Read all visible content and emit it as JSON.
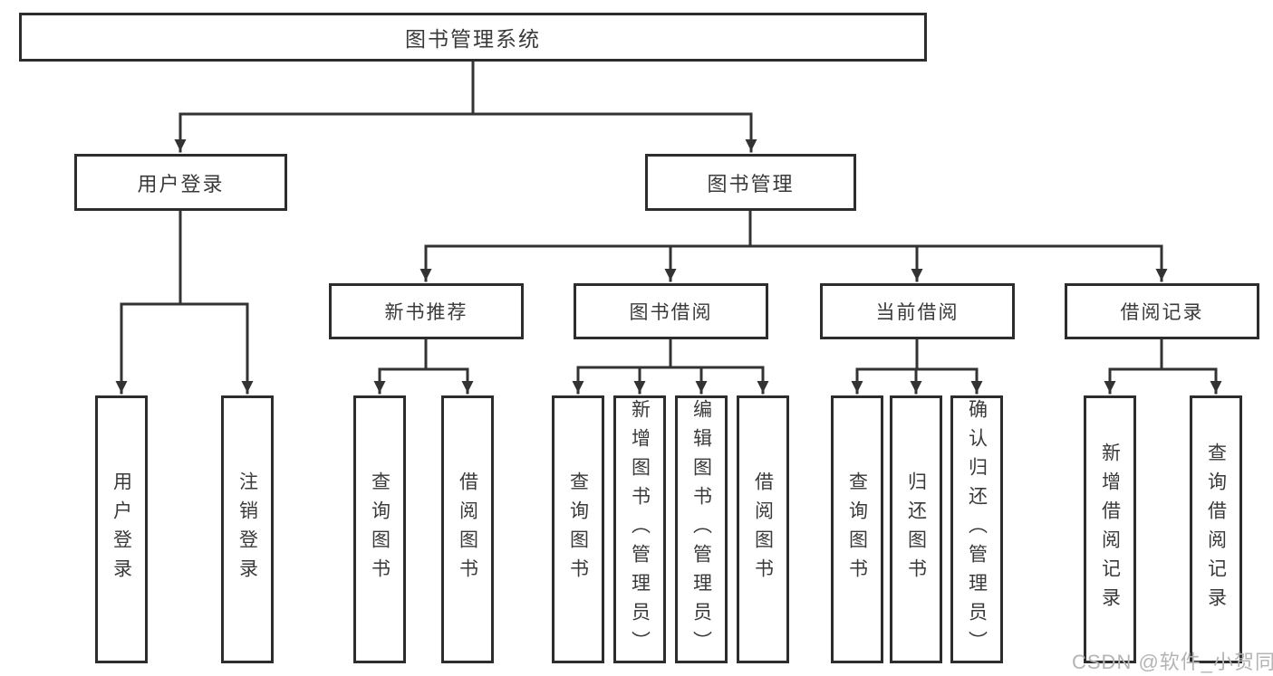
{
  "diagram": {
    "root": {
      "label": "图书管理系统"
    },
    "branches": [
      {
        "label": "用户登录",
        "children": [
          "用户登录",
          "注销登录"
        ]
      },
      {
        "label": "图书管理",
        "sections": [
          {
            "label": "新书推荐",
            "children": [
              "查询图书",
              "借阅图书"
            ]
          },
          {
            "label": "图书借阅",
            "children": [
              "查询图书",
              "新增图书（管理员）",
              "编辑图书（管理员）",
              "借阅图书"
            ]
          },
          {
            "label": "当前借阅",
            "children": [
              "查询图书",
              "归还图书",
              "确认归还（管理员）"
            ]
          },
          {
            "label": "借阅记录",
            "children": [
              "新增借阅记录",
              "查询借阅记录"
            ]
          }
        ]
      }
    ]
  },
  "watermark": {
    "text": "CSDN @软件_小贺同学"
  },
  "colors": {
    "line": "#333333",
    "box_border": "#2d2d2d",
    "text": "#3a3a3a",
    "watermark": "#b4b4b4",
    "background": "#ffffff"
  }
}
